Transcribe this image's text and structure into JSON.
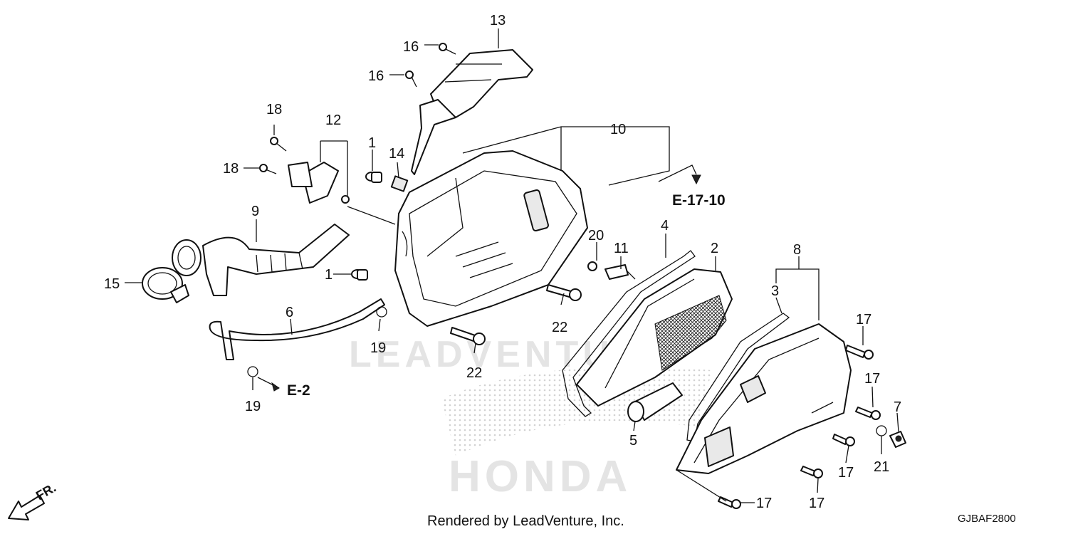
{
  "diagram": {
    "callouts": [
      {
        "id": "c13",
        "text": "13"
      },
      {
        "id": "c16a",
        "text": "16"
      },
      {
        "id": "c16b",
        "text": "16"
      },
      {
        "id": "c18a",
        "text": "18"
      },
      {
        "id": "c18b",
        "text": "18"
      },
      {
        "id": "c12",
        "text": "12"
      },
      {
        "id": "c1a",
        "text": "1"
      },
      {
        "id": "c14",
        "text": "14"
      },
      {
        "id": "c10",
        "text": "10"
      },
      {
        "id": "c9",
        "text": "9"
      },
      {
        "id": "c4",
        "text": "4"
      },
      {
        "id": "c20",
        "text": "20"
      },
      {
        "id": "c11",
        "text": "11"
      },
      {
        "id": "c2",
        "text": "2"
      },
      {
        "id": "c8",
        "text": "8"
      },
      {
        "id": "c1b",
        "text": "1"
      },
      {
        "id": "c15",
        "text": "15"
      },
      {
        "id": "c3",
        "text": "3"
      },
      {
        "id": "c6",
        "text": "6"
      },
      {
        "id": "c22a",
        "text": "22"
      },
      {
        "id": "c17a",
        "text": "17"
      },
      {
        "id": "c19a",
        "text": "19"
      },
      {
        "id": "c22b",
        "text": "22"
      },
      {
        "id": "c17b",
        "text": "17"
      },
      {
        "id": "c19b",
        "text": "19"
      },
      {
        "id": "c7",
        "text": "7"
      },
      {
        "id": "c5",
        "text": "5"
      },
      {
        "id": "c17c",
        "text": "17"
      },
      {
        "id": "c21",
        "text": "21"
      },
      {
        "id": "c17d",
        "text": "17"
      },
      {
        "id": "c17e",
        "text": "17"
      }
    ],
    "references": [
      {
        "id": "ref-e17-10",
        "text": "E-17-10"
      },
      {
        "id": "ref-e2",
        "text": "E-2"
      }
    ],
    "direction_label": "FR.",
    "footer_text": "Rendered by LeadVenture, Inc.",
    "drawing_code": "GJBAF2800",
    "watermark": {
      "brand": "LEADVENTURE",
      "maker": "HONDA"
    }
  }
}
